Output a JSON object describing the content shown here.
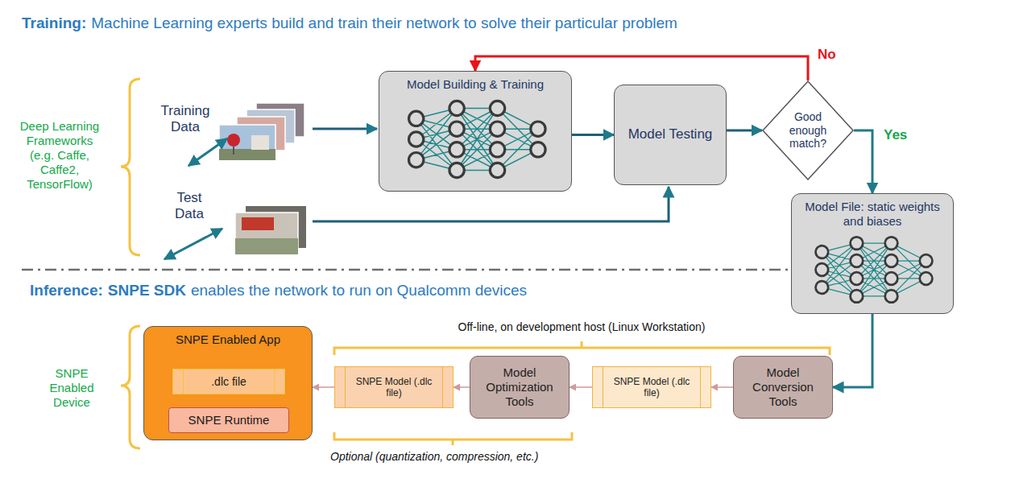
{
  "diagram": {
    "nodes": [
      {
        "text": [
          "Model Building & Training"
        ]
      },
      {
        "text": [
          "Model Testing"
        ]
      },
      {
        "text": [
          "Good enough match?"
        ]
      },
      {
        "text": [
          "Model File: static weights and biases"
        ]
      },
      {
        "text": [
          "Model Conversion Tools"
        ]
      },
      {
        "text": [
          "SNPE Model (.dlc file)"
        ]
      },
      {
        "text": [
          "Model Optimization Tools"
        ]
      },
      {
        "text": [
          "SNPE Model (.dlc file)"
        ]
      },
      {
        "text": [
          "SNPE Enabled App"
        ]
      },
      {
        "text": [
          ".dlc file"
        ],
        "in": 8
      },
      {
        "text": [
          "SNPE Runtime"
        ],
        "in": 8
      }
    ],
    "edges": [
      {
        "from": 0,
        "to": 1,
        "arrow": "to"
      },
      {
        "from": 1,
        "to": 2,
        "arrow": "to"
      },
      {
        "from": 2,
        "to": 0,
        "label": "No",
        "arrow": "to"
      },
      {
        "from": 2,
        "to": 3,
        "label": "Yes",
        "arrow": "to"
      },
      {
        "from": 3,
        "to": 4,
        "arrow": "to"
      },
      {
        "from": 4,
        "to": 5,
        "arrow": "to"
      },
      {
        "from": 5,
        "to": 6,
        "arrow": "to"
      },
      {
        "from": 6,
        "to": 7,
        "arrow": "to"
      },
      {
        "from": 7,
        "to": 8,
        "arrow": "to"
      },
      {
        "from": 9,
        "to": 10,
        "arrow": "to"
      }
    ],
    "labels": [
      "Training:",
      "Machine Learning experts build and train their network to solve their particular problem",
      "Deep Learning Frameworks (e.g. Caffe, Caffe2, TensorFlow)",
      "Training Data",
      "Test Data",
      "Inference:",
      "SNPE SDK",
      "enables the network to run on Qualcomm devices",
      "SNPE Enabled Device",
      "Off-line, on development host (Linux Workstation)",
      "Optional (quantization, compression, etc.)"
    ]
  }
}
